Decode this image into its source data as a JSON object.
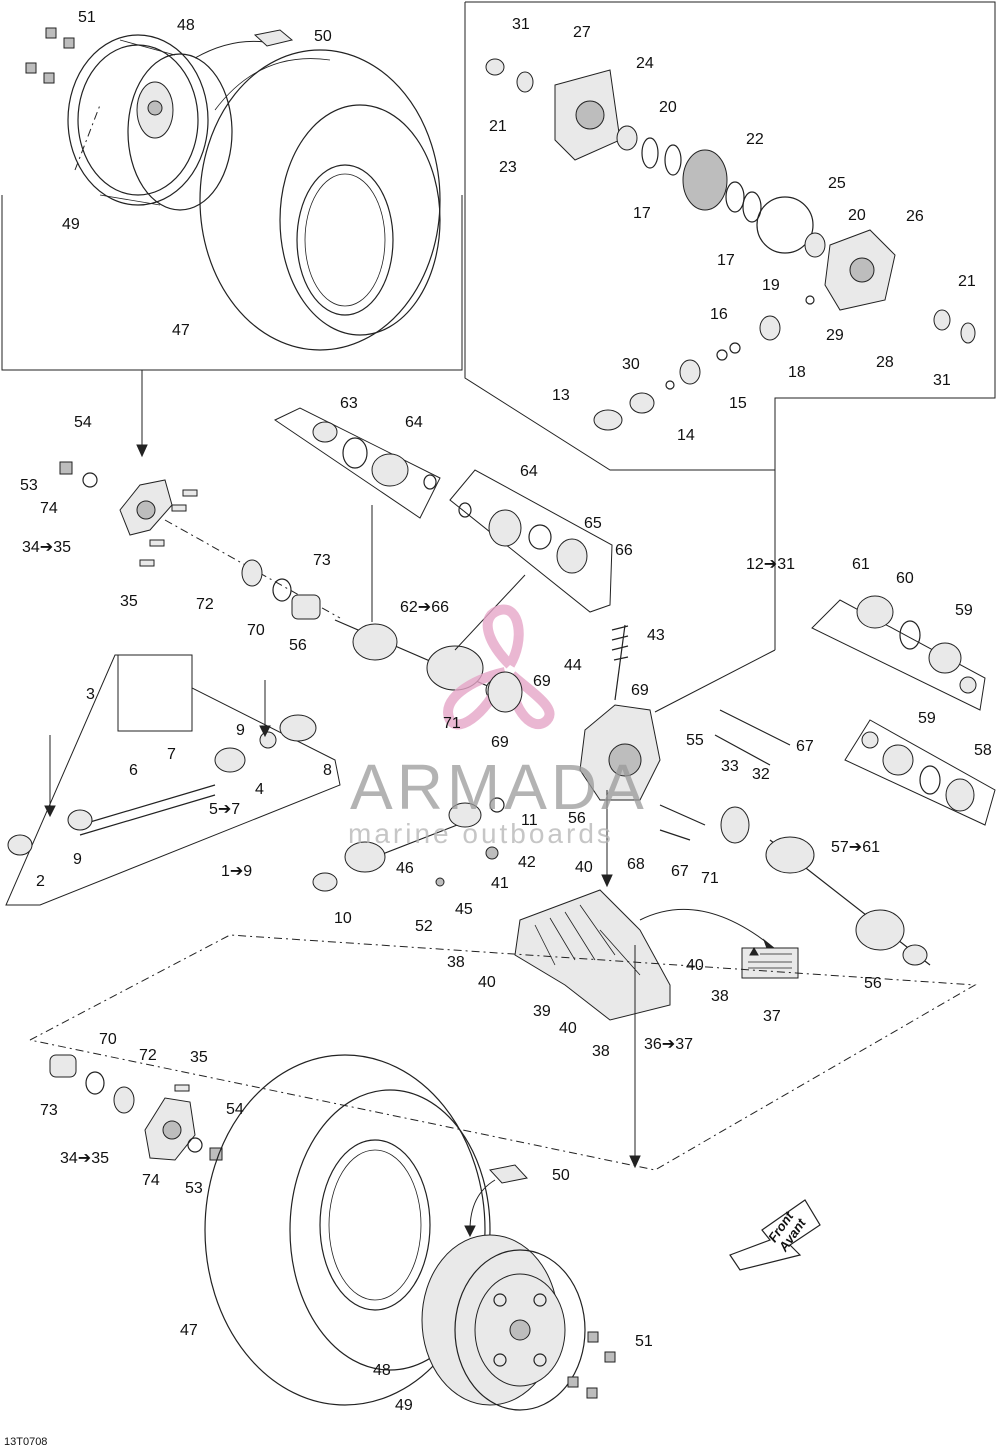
{
  "diagram_code": "13T0708",
  "watermark": {
    "brand": "ARMADA",
    "tagline": "marine outboards",
    "logo_color": "#e6a6c8"
  },
  "front_arrow": {
    "line1": "Front",
    "line2": "Avant"
  },
  "callouts": [
    {
      "text": "51"
    },
    {
      "text": "48"
    },
    {
      "text": "50"
    },
    {
      "text": "49"
    },
    {
      "text": "47"
    },
    {
      "text": "31"
    },
    {
      "text": "27"
    },
    {
      "text": "24"
    },
    {
      "text": "20"
    },
    {
      "text": "21"
    },
    {
      "text": "23"
    },
    {
      "text": "22"
    },
    {
      "text": "17"
    },
    {
      "text": "25"
    },
    {
      "text": "20"
    },
    {
      "text": "26"
    },
    {
      "text": "17"
    },
    {
      "text": "19"
    },
    {
      "text": "21"
    },
    {
      "text": "16"
    },
    {
      "text": "29"
    },
    {
      "text": "30"
    },
    {
      "text": "18"
    },
    {
      "text": "28"
    },
    {
      "text": "31"
    },
    {
      "text": "13"
    },
    {
      "text": "15"
    },
    {
      "text": "14"
    },
    {
      "text": "54"
    },
    {
      "text": "53"
    },
    {
      "text": "74"
    },
    {
      "text": "34➔35"
    },
    {
      "text": "35"
    },
    {
      "text": "72"
    },
    {
      "text": "73"
    },
    {
      "text": "70"
    },
    {
      "text": "56"
    },
    {
      "text": "63"
    },
    {
      "text": "64"
    },
    {
      "text": "64"
    },
    {
      "text": "65"
    },
    {
      "text": "66"
    },
    {
      "text": "62➔66"
    },
    {
      "text": "43"
    },
    {
      "text": "44"
    },
    {
      "text": "69"
    },
    {
      "text": "69"
    },
    {
      "text": "71"
    },
    {
      "text": "69"
    },
    {
      "text": "55"
    },
    {
      "text": "12➔31"
    },
    {
      "text": "61"
    },
    {
      "text": "60"
    },
    {
      "text": "59"
    },
    {
      "text": "59"
    },
    {
      "text": "58"
    },
    {
      "text": "67"
    },
    {
      "text": "33"
    },
    {
      "text": "32"
    },
    {
      "text": "3"
    },
    {
      "text": "9"
    },
    {
      "text": "7"
    },
    {
      "text": "6"
    },
    {
      "text": "4"
    },
    {
      "text": "8"
    },
    {
      "text": "5➔7"
    },
    {
      "text": "2"
    },
    {
      "text": "9"
    },
    {
      "text": "1➔9"
    },
    {
      "text": "11"
    },
    {
      "text": "56"
    },
    {
      "text": "42"
    },
    {
      "text": "46"
    },
    {
      "text": "41"
    },
    {
      "text": "10"
    },
    {
      "text": "52"
    },
    {
      "text": "45"
    },
    {
      "text": "68"
    },
    {
      "text": "67"
    },
    {
      "text": "71"
    },
    {
      "text": "57➔61"
    },
    {
      "text": "56"
    },
    {
      "text": "40"
    },
    {
      "text": "38"
    },
    {
      "text": "40"
    },
    {
      "text": "39"
    },
    {
      "text": "40"
    },
    {
      "text": "38"
    },
    {
      "text": "36➔37"
    },
    {
      "text": "40"
    },
    {
      "text": "38"
    },
    {
      "text": "37"
    },
    {
      "text": "70"
    },
    {
      "text": "72"
    },
    {
      "text": "35"
    },
    {
      "text": "73"
    },
    {
      "text": "54"
    },
    {
      "text": "34➔35"
    },
    {
      "text": "74"
    },
    {
      "text": "53"
    },
    {
      "text": "50"
    },
    {
      "text": "47"
    },
    {
      "text": "51"
    },
    {
      "text": "48"
    },
    {
      "text": "49"
    }
  ]
}
